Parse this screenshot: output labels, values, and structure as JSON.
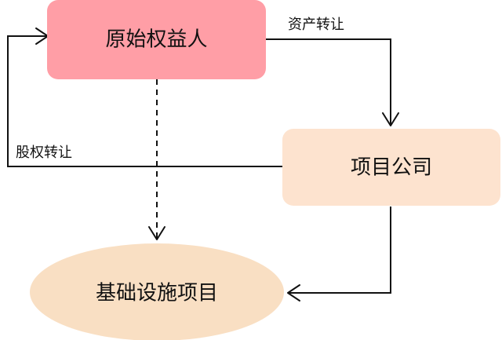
{
  "diagram": {
    "nodes": {
      "originator": {
        "label": "原始权益人",
        "fill": "#ff9ea6",
        "shape": "rounded-rectangle"
      },
      "project_company": {
        "label": "项目公司",
        "fill": "#fde3cf",
        "shape": "rounded-rectangle"
      },
      "infrastructure_project": {
        "label": "基础设施项目",
        "fill": "#f9dfc3",
        "shape": "ellipse"
      }
    },
    "edges": {
      "asset_transfer": {
        "label": "资产转让",
        "from": "原始权益人",
        "to": "项目公司",
        "style": "solid"
      },
      "equity_transfer": {
        "label": "股权转让",
        "from": "项目公司",
        "to": "原始权益人",
        "style": "solid"
      },
      "company_to_project": {
        "from": "项目公司",
        "to": "基础设施项目",
        "style": "solid"
      },
      "originator_to_project": {
        "from": "原始权益人",
        "to": "基础设施项目",
        "style": "dashed"
      }
    }
  }
}
